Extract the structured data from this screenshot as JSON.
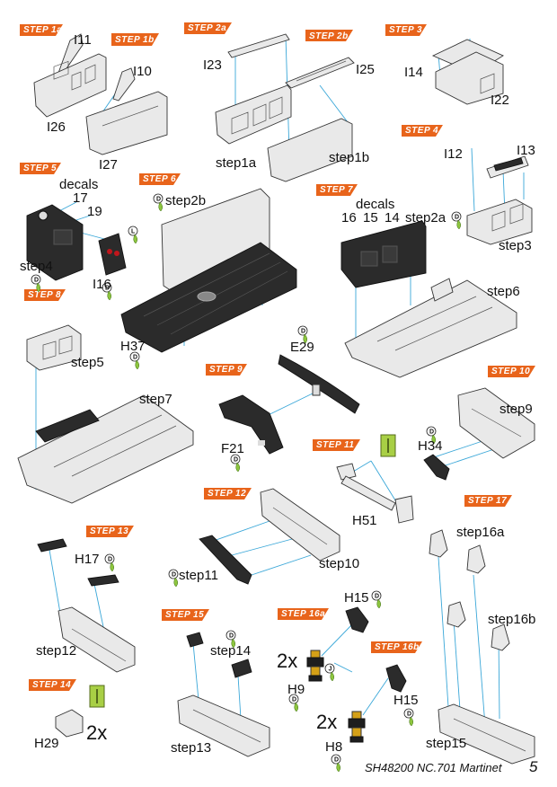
{
  "step_banners": [
    {
      "id": "1a",
      "text": "STEP 1a"
    },
    {
      "id": "1b",
      "text": "STEP 1b"
    },
    {
      "id": "2a",
      "text": "STEP 2a"
    },
    {
      "id": "2b",
      "text": "STEP 2b"
    },
    {
      "id": "3",
      "text": "STEP 3"
    },
    {
      "id": "4",
      "text": "STEP 4"
    },
    {
      "id": "5",
      "text": "STEP 5"
    },
    {
      "id": "6",
      "text": "STEP 6"
    },
    {
      "id": "7",
      "text": "STEP 7"
    },
    {
      "id": "8",
      "text": "STEP 8"
    },
    {
      "id": "9",
      "text": "STEP 9"
    },
    {
      "id": "10",
      "text": "STEP 10"
    },
    {
      "id": "11",
      "text": "STEP 11"
    },
    {
      "id": "12",
      "text": "STEP 12"
    },
    {
      "id": "13",
      "text": "STEP 13"
    },
    {
      "id": "14",
      "text": "STEP 14"
    },
    {
      "id": "15",
      "text": "STEP 15"
    },
    {
      "id": "16a",
      "text": "STEP 16a"
    },
    {
      "id": "16b",
      "text": "STEP 16b"
    },
    {
      "id": "17",
      "text": "STEP 17"
    }
  ],
  "labels": {
    "I11": "I11",
    "I26": "I26",
    "I10": "I10",
    "I27": "I27",
    "I23": "I23",
    "step1a": "step1a",
    "I25": "I25",
    "step1b": "step1b",
    "I14": "I14",
    "I22": "I22",
    "I12": "I12",
    "I13": "I13",
    "step3": "step3",
    "decals5": "decals",
    "d17": "17",
    "d19": "19",
    "step4": "step4",
    "I16": "I16",
    "step2b": "step2b",
    "H37": "H37",
    "decals7": "decals",
    "d16": "16",
    "d15": "15",
    "d14": "14",
    "step2a": "step2a",
    "step6": "step6",
    "step5": "step5",
    "E29": "E29",
    "step7": "step7",
    "F21": "F21",
    "step9": "step9",
    "H34": "H34",
    "H51": "H51",
    "step16a": "step16a",
    "H17": "H17",
    "step11": "step11",
    "step10": "step10",
    "step12": "step12",
    "H15a": "H15",
    "step16b": "step16b",
    "step14": "step14",
    "H9": "H9",
    "H15b": "H15",
    "H29": "H29",
    "x2a": "2x",
    "x2b": "2x",
    "x2c": "2x",
    "H8": "H8",
    "step13": "step13",
    "step15": "step15"
  },
  "drop_icons": [
    "D",
    "D",
    "D",
    "L",
    "D",
    "D",
    "D",
    "D",
    "D",
    "D",
    "D",
    "D",
    "D",
    "D",
    "D",
    "D",
    "J",
    "D",
    "D",
    "D",
    "D"
  ],
  "footer": {
    "text": "SH48200 NC.701 Martinet",
    "page": "5"
  },
  "colors": {
    "banner": "#e8641b",
    "guide": "#3aa7d8",
    "drop": "#8ec63f",
    "glue_stick": "#a8cf45",
    "dark_part": "#2b2b2b",
    "light_part": "#e9e9e9"
  }
}
